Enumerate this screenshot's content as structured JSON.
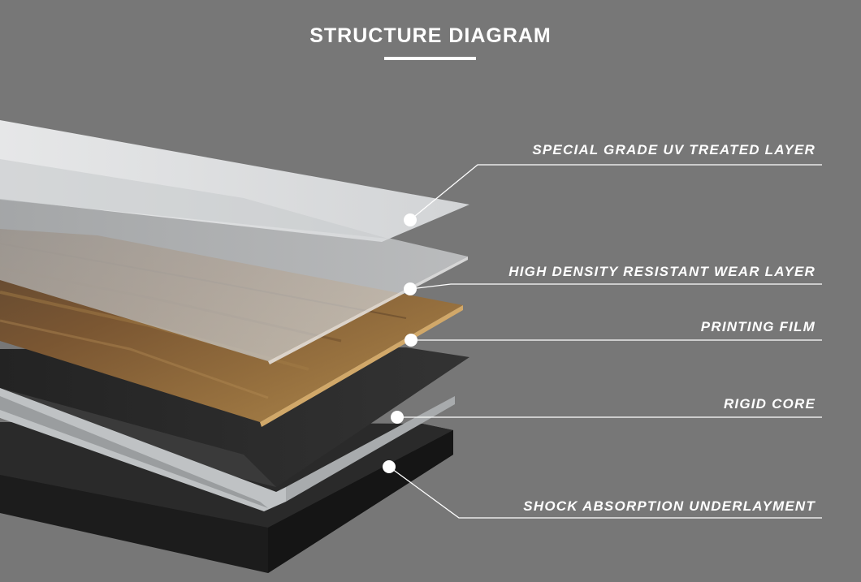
{
  "header": {
    "title": "STRUCTURE DIAGRAM"
  },
  "layers": [
    {
      "label": "SPECIAL GRADE UV TREATED LAYER"
    },
    {
      "label": "HIGH DENSITY RESISTANT WEAR LAYER"
    },
    {
      "label": "PRINTING FILM"
    },
    {
      "label": "RIGID CORE"
    },
    {
      "label": "SHOCK ABSORPTION UNDERLAYMENT"
    }
  ],
  "colors": {
    "background": "#777777",
    "uv_layer": "#d9dbdc",
    "wear_layer": "#c4c7c9",
    "wood": "#8b6434",
    "rigid_core": "#2b2b2b",
    "underlayment": "#1e1e1e",
    "leader_lines": "#ffffff"
  }
}
